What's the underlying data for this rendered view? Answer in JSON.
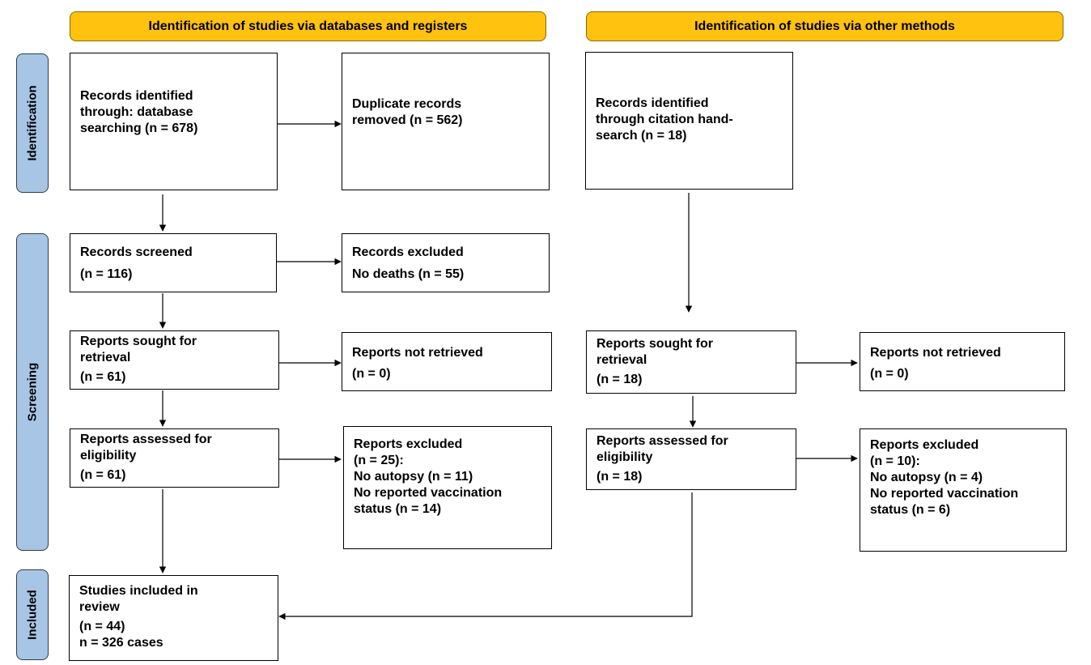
{
  "headers": {
    "databases": "Identification of studies via databases and registers",
    "other": "Identification of studies via other methods"
  },
  "phases": {
    "identification": "Identification",
    "screening": "Screening",
    "included": "Included"
  },
  "boxes": {
    "db_identified": [
      "Records identified",
      "through: database",
      "searching (n = 678)"
    ],
    "duplicates_removed": [
      "Duplicate records",
      "removed (n = 562)"
    ],
    "other_identified": [
      "Records identified",
      "through citation hand-",
      "search (n = 18)"
    ],
    "db_screened": [
      "Records screened",
      "(n = 116)"
    ],
    "db_excluded": [
      "Records excluded",
      "No deaths (n = 55)"
    ],
    "db_sought": [
      "Reports sought for",
      "retrieval",
      "(n = 61)"
    ],
    "db_not_retrieved": [
      "Reports not retrieved",
      "(n = 0)"
    ],
    "other_sought": [
      "Reports sought for",
      "retrieval",
      "(n = 18)"
    ],
    "other_not_retrieved": [
      "Reports not retrieved",
      "(n = 0)"
    ],
    "db_assessed": [
      "Reports assessed for",
      "eligibility",
      "(n = 61)"
    ],
    "db_reports_excluded": [
      "Reports excluded",
      "(n = 25):",
      "No autopsy (n = 11)",
      "No reported vaccination",
      "status (n = 14)"
    ],
    "other_assessed": [
      "Reports assessed for",
      "eligibility",
      "(n = 18)"
    ],
    "other_reports_excluded": [
      "Reports excluded",
      "(n = 10):",
      "No autopsy (n = 4)",
      "No reported vaccination",
      "status (n = 6)"
    ],
    "included": [
      "Studies included in",
      "review",
      "(n = 44)",
      "n = 326 cases"
    ]
  }
}
